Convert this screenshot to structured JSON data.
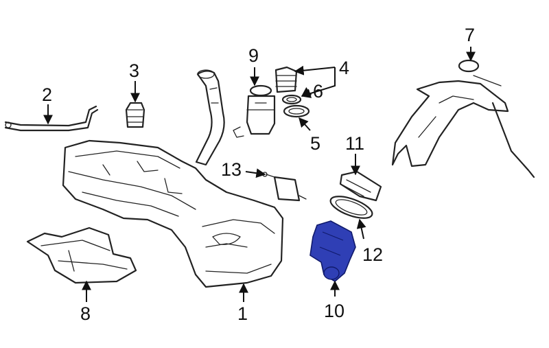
{
  "colors": {
    "highlight": "#2f3fb5",
    "line": "#222222",
    "background": "#ffffff"
  },
  "callouts": {
    "c1": "1",
    "c2": "2",
    "c3": "3",
    "c4": "4",
    "c5": "5",
    "c6": "6",
    "c7": "7",
    "c8": "8",
    "c9": "9",
    "c10": "10",
    "c11": "11",
    "c12": "12",
    "c13": "13"
  }
}
